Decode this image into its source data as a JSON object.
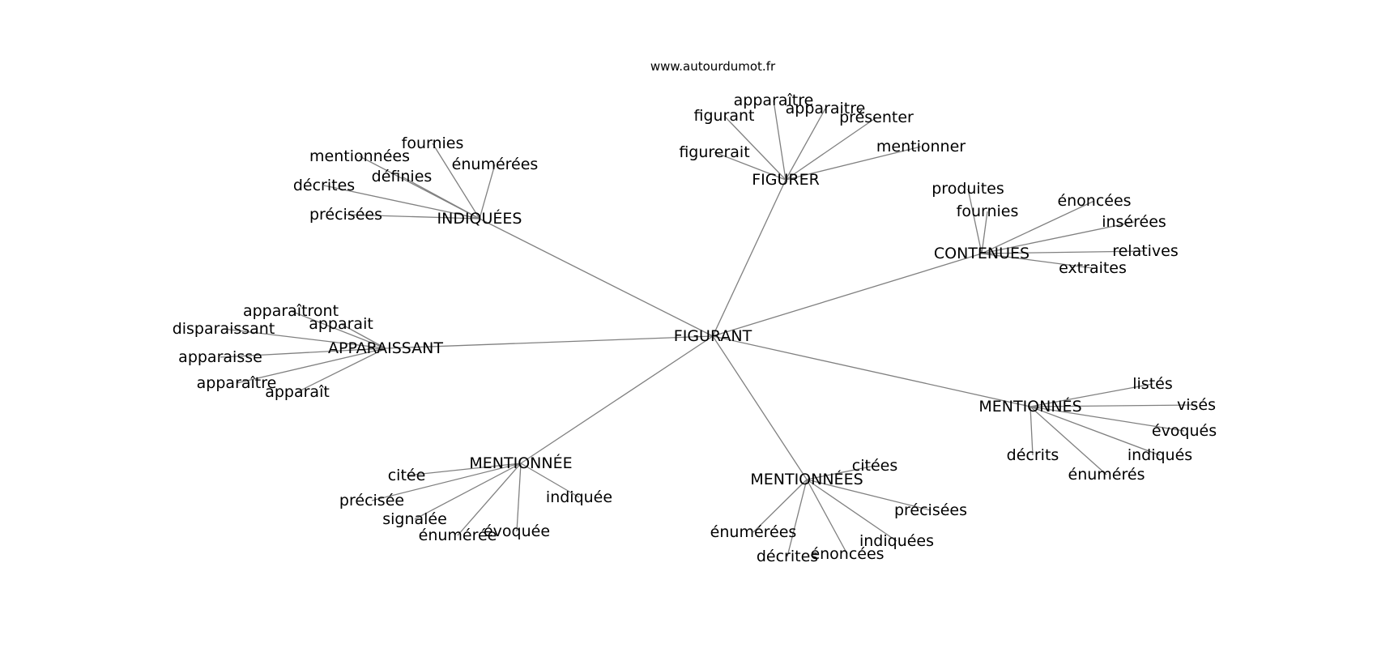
{
  "site": "www.autourdumot.fr",
  "center": "FIGURANT",
  "clusters": [
    {
      "hub": "INDIQUÉES",
      "leaves": [
        "fournies",
        "mentionnées",
        "énumérées",
        "définies",
        "décrites",
        "précisées"
      ]
    },
    {
      "hub": "FIGURER",
      "leaves": [
        "apparaître",
        "apparaitre",
        "figurant",
        "présenter",
        "figurerait",
        "mentionner"
      ]
    },
    {
      "hub": "CONTENUES",
      "leaves": [
        "produites",
        "énoncées",
        "fournies",
        "insérées",
        "relatives",
        "extraites"
      ]
    },
    {
      "hub": "APPARAISSANT",
      "leaves": [
        "apparaîtront",
        "apparait",
        "disparaissant",
        "apparaisse",
        "apparaître",
        "apparaît"
      ]
    },
    {
      "hub": "MENTIONNÉS",
      "leaves": [
        "listés",
        "visés",
        "évoqués",
        "décrits",
        "indiqués",
        "énumérés"
      ]
    },
    {
      "hub": "MENTIONNÉE",
      "leaves": [
        "citée",
        "précisée",
        "indiquée",
        "signalée",
        "énumérée",
        "évoquée"
      ]
    },
    {
      "hub": "MENTIONNÉES",
      "leaves": [
        "citées",
        "précisées",
        "énumérées",
        "indiquées",
        "décrites",
        "énoncées"
      ]
    }
  ]
}
